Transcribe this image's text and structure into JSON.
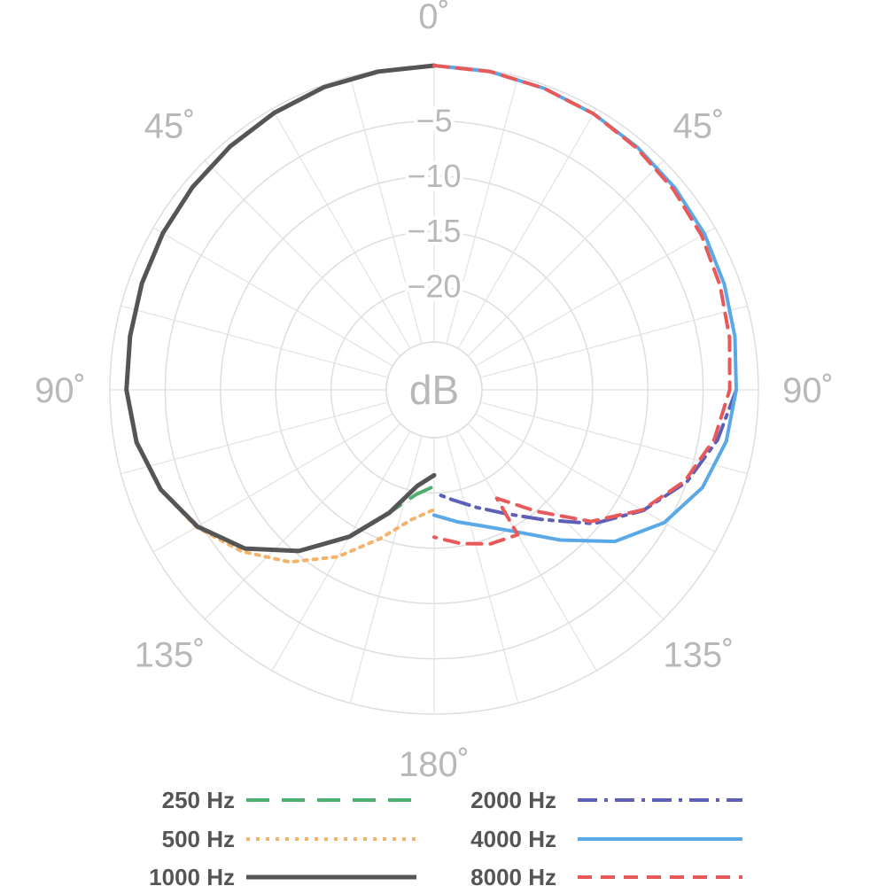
{
  "chart_data": {
    "type": "polar",
    "unit_label": "dB",
    "radial_ticks": [
      {
        "value": 0,
        "label": ""
      },
      {
        "value": -5,
        "label": "−5"
      },
      {
        "value": -10,
        "label": "−10"
      },
      {
        "value": -15,
        "label": "−15"
      },
      {
        "value": -20,
        "label": "−20"
      },
      {
        "value": -25,
        "label": ""
      }
    ],
    "angle_labels": [
      {
        "angle": 0,
        "label": "0˚"
      },
      {
        "angle": 45,
        "label": "45˚"
      },
      {
        "angle": -45,
        "label": "45˚"
      },
      {
        "angle": 90,
        "label": "90˚"
      },
      {
        "angle": -90,
        "label": "90˚"
      },
      {
        "angle": 135,
        "label": "135˚"
      },
      {
        "angle": -135,
        "label": "135˚"
      },
      {
        "angle": 180,
        "label": "180˚"
      }
    ],
    "series": [
      {
        "name": "250 Hz",
        "color": "#4caf6e",
        "dash": "26,14",
        "width": 4,
        "points": [
          [
            -90,
            -1.5
          ],
          [
            -100,
            -2.0
          ],
          [
            -110,
            -3.0
          ],
          [
            -120,
            -4.6
          ],
          [
            -130,
            -7.0
          ],
          [
            -140,
            -10.3
          ],
          [
            -150,
            -14.0
          ],
          [
            -160,
            -17.5
          ],
          [
            -170,
            -19.7
          ],
          [
            -180,
            -20.6
          ]
        ]
      },
      {
        "name": "500 Hz",
        "color": "#f5b26b",
        "dash": "4,7",
        "width": 4,
        "points": [
          [
            -90,
            -1.5
          ],
          [
            -100,
            -2.0
          ],
          [
            -110,
            -3.0
          ],
          [
            -120,
            -4.5
          ],
          [
            -130,
            -6.6
          ],
          [
            -140,
            -9.0
          ],
          [
            -150,
            -11.9
          ],
          [
            -160,
            -15.0
          ],
          [
            -170,
            -17.4
          ],
          [
            -180,
            -18.5
          ]
        ]
      },
      {
        "name": "1000 Hz",
        "color": "#555555",
        "dash": "",
        "width": 5,
        "points": [
          [
            0,
            0
          ],
          [
            -10,
            -0.1
          ],
          [
            -20,
            -0.2
          ],
          [
            -30,
            -0.4
          ],
          [
            -40,
            -0.6
          ],
          [
            -50,
            -0.8
          ],
          [
            -60,
            -1.0
          ],
          [
            -70,
            -1.2
          ],
          [
            -80,
            -1.4
          ],
          [
            -90,
            -1.5
          ],
          [
            -100,
            -2.0
          ],
          [
            -110,
            -3.0
          ],
          [
            -120,
            -4.6
          ],
          [
            -130,
            -7.0
          ],
          [
            -140,
            -10.3
          ],
          [
            -150,
            -14.0
          ],
          [
            -160,
            -17.5
          ],
          [
            -170,
            -20.5
          ],
          [
            -180,
            -21.6
          ]
        ]
      },
      {
        "name": "2000 Hz",
        "color": "#5e60b8",
        "dash": "22,8,4,8",
        "width": 4,
        "points": [
          [
            90,
            -2.0
          ],
          [
            100,
            -3.3
          ],
          [
            110,
            -5.0
          ],
          [
            120,
            -7.5
          ],
          [
            130,
            -10.5
          ],
          [
            140,
            -14.0
          ],
          [
            150,
            -16.4
          ],
          [
            160,
            -18.0
          ],
          [
            170,
            -19.2
          ],
          [
            180,
            -20.0
          ]
        ]
      },
      {
        "name": "4000 Hz",
        "color": "#5aa8e6",
        "dash": "",
        "width": 4,
        "points": [
          [
            0,
            0
          ],
          [
            10,
            -0.1
          ],
          [
            20,
            -0.3
          ],
          [
            30,
            -0.5
          ],
          [
            40,
            -0.7
          ],
          [
            50,
            -0.9
          ],
          [
            60,
            -1.1
          ],
          [
            70,
            -1.4
          ],
          [
            80,
            -1.7
          ],
          [
            90,
            -2.0
          ],
          [
            100,
            -2.5
          ],
          [
            110,
            -3.5
          ],
          [
            120,
            -5.3
          ],
          [
            130,
            -8.0
          ],
          [
            140,
            -11.6
          ],
          [
            150,
            -14.5
          ],
          [
            160,
            -16.2
          ],
          [
            170,
            -17.2
          ],
          [
            180,
            -18.0
          ]
        ]
      },
      {
        "name": "8000 Hz",
        "color": "#e85a5a",
        "dash": "16,10",
        "width": 4,
        "points": [
          [
            0,
            0
          ],
          [
            10,
            -0.1
          ],
          [
            20,
            -0.3
          ],
          [
            30,
            -0.5
          ],
          [
            40,
            -0.8
          ],
          [
            50,
            -1.1
          ],
          [
            60,
            -1.4
          ],
          [
            70,
            -1.8
          ],
          [
            80,
            -2.2
          ],
          [
            90,
            -2.6
          ],
          [
            100,
            -3.6
          ],
          [
            110,
            -5.2
          ],
          [
            120,
            -7.6
          ],
          [
            130,
            -10.8
          ],
          [
            140,
            -15.0
          ],
          [
            150,
            -18.0
          ],
          [
            150,
            -14.2
          ],
          [
            160,
            -14.5
          ],
          [
            170,
            -15.2
          ],
          [
            180,
            -16.0
          ]
        ]
      }
    ]
  }
}
